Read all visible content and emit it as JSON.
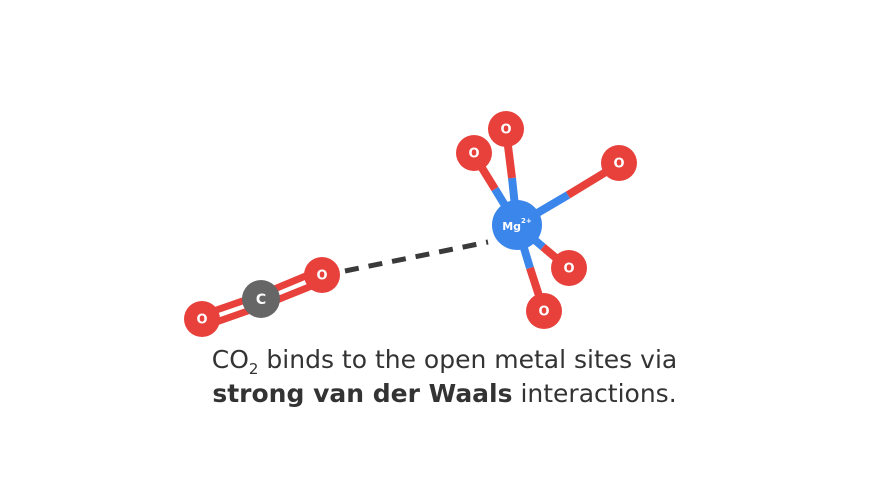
{
  "colors": {
    "oxygen": "#e8413c",
    "carbon": "#666666",
    "magnesium": "#3b86eb",
    "dash": "#3a3a3a",
    "text": "#333333"
  },
  "atoms": {
    "carbon_label": "C",
    "oxygen_label": "O",
    "magnesium_label": "Mg",
    "magnesium_charge": "2+"
  },
  "caption": {
    "molecule": "CO",
    "subscript": "2",
    "line1_rest": " binds to the open metal sites via",
    "line2_bold": "strong van der Waals",
    "line2_rest": " interactions."
  }
}
